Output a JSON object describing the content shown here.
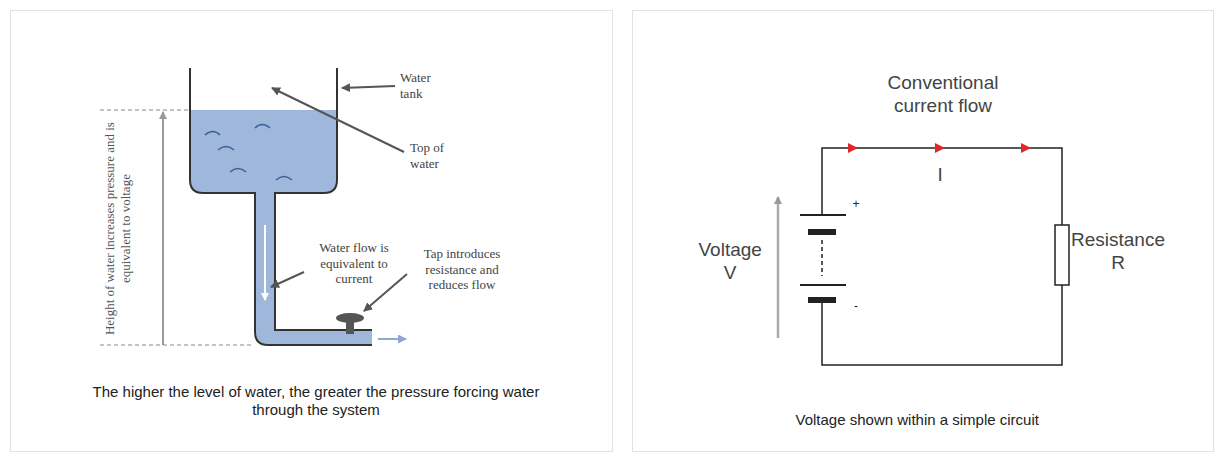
{
  "diagram": {
    "labels": [
      "Height of water increases pressure and is equivalent to voltage",
      "Water tank",
      "Top of water",
      "Water flow is equivalent to current",
      "Tap introduces resistance and reduces flow",
      "The higher the level of water, the greater the pressure forcing water through the system",
      "Conventional current flow",
      "I",
      "Voltage V",
      "+",
      "-",
      "Resistance R",
      "Voltage shown within a simple circuit"
    ]
  }
}
